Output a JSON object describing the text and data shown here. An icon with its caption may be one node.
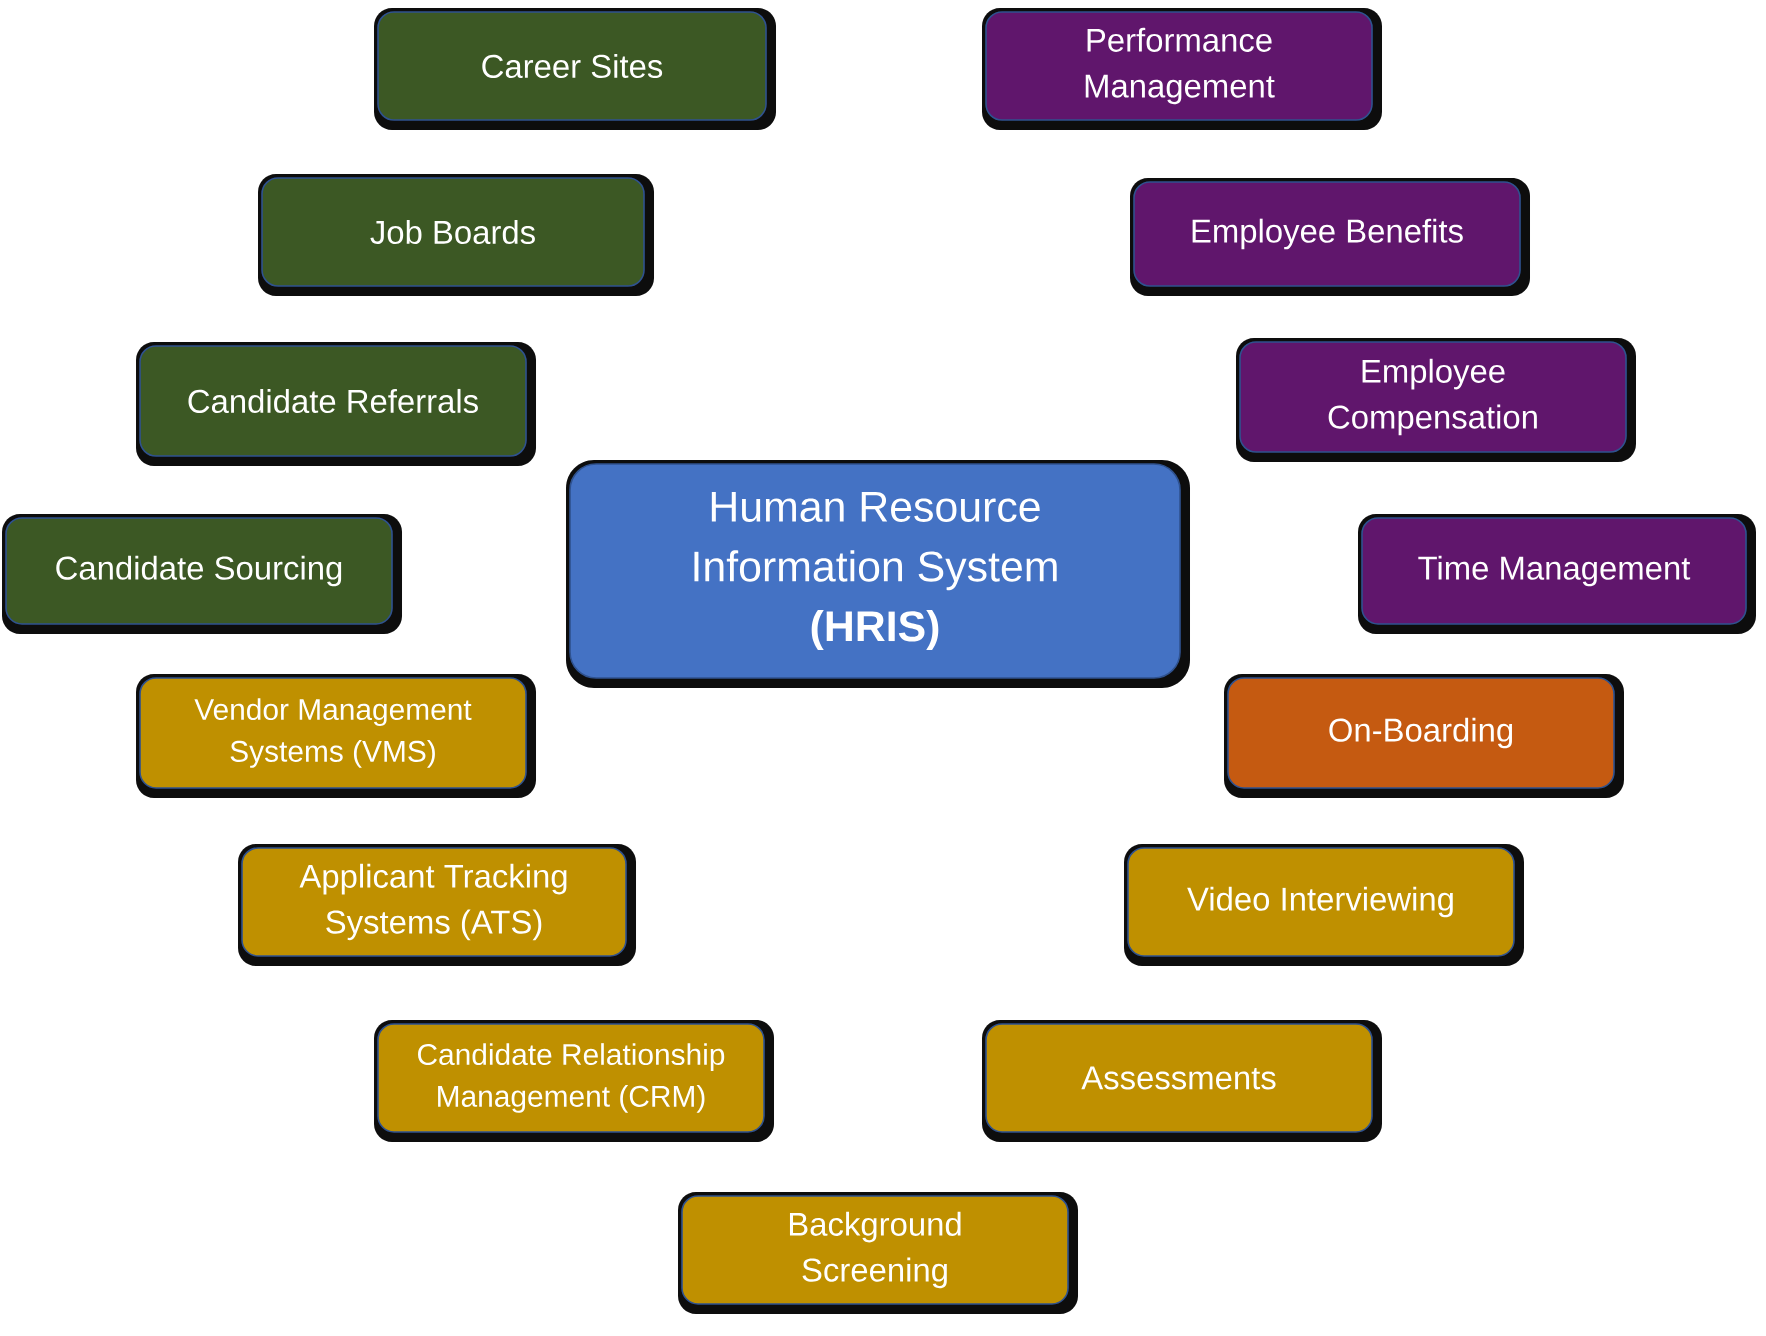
{
  "diagram": {
    "nodes": [
      {
        "text": [
          "Career Sites"
        ]
      },
      {
        "text": [
          "Performance Management"
        ]
      },
      {
        "text": [
          "Job Boards"
        ]
      },
      {
        "text": [
          "Employee Benefits"
        ]
      },
      {
        "text": [
          "Candidate Referrals"
        ]
      },
      {
        "text": [
          "Employee Compensation"
        ]
      },
      {
        "text": [
          "Human Resource Information System **(HRIS)**"
        ]
      },
      {
        "text": [
          "Candidate Sourcing"
        ]
      },
      {
        "text": [
          "Time Management"
        ]
      },
      {
        "text": [
          "Vendor Management Systems (VMS)"
        ]
      },
      {
        "text": [
          "On-Boarding"
        ]
      },
      {
        "text": [
          "Applicant Tracking Systems (ATS)"
        ]
      },
      {
        "text": [
          "Video Interviewing"
        ]
      },
      {
        "text": [
          "Candidate Relationship Management (CRM)"
        ]
      },
      {
        "text": [
          "Assessments"
        ]
      },
      {
        "text": [
          "Background Screening"
        ]
      }
    ]
  }
}
